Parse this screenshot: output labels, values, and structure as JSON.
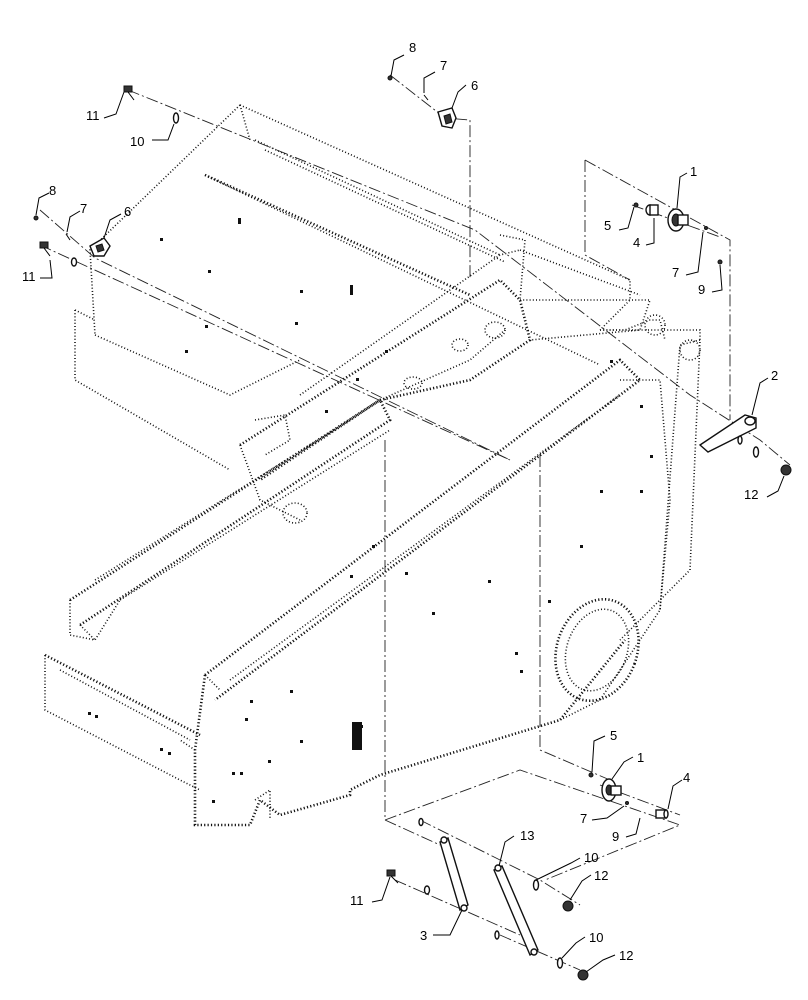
{
  "callouts": [
    {
      "id": "c8a",
      "label": "8"
    },
    {
      "id": "c7a",
      "label": "7"
    },
    {
      "id": "c6a",
      "label": "6"
    },
    {
      "id": "c11a",
      "label": "11"
    },
    {
      "id": "c10a",
      "label": "10"
    },
    {
      "id": "c8b",
      "label": "8"
    },
    {
      "id": "c7b",
      "label": "7"
    },
    {
      "id": "c6b",
      "label": "6"
    },
    {
      "id": "c11b",
      "label": "11"
    },
    {
      "id": "c1a",
      "label": "1"
    },
    {
      "id": "c5a",
      "label": "5"
    },
    {
      "id": "c4a",
      "label": "4"
    },
    {
      "id": "c7c",
      "label": "7"
    },
    {
      "id": "c9a",
      "label": "9"
    },
    {
      "id": "c2",
      "label": "2"
    },
    {
      "id": "c12a",
      "label": "12"
    },
    {
      "id": "c5b",
      "label": "5"
    },
    {
      "id": "c1b",
      "label": "1"
    },
    {
      "id": "c4b",
      "label": "4"
    },
    {
      "id": "c7d",
      "label": "7"
    },
    {
      "id": "c9b",
      "label": "9"
    },
    {
      "id": "c13",
      "label": "13"
    },
    {
      "id": "c10b",
      "label": "10"
    },
    {
      "id": "c12b",
      "label": "12"
    },
    {
      "id": "c11c",
      "label": "11"
    },
    {
      "id": "c3",
      "label": "3"
    },
    {
      "id": "c10c",
      "label": "10"
    },
    {
      "id": "c12c",
      "label": "12"
    }
  ]
}
